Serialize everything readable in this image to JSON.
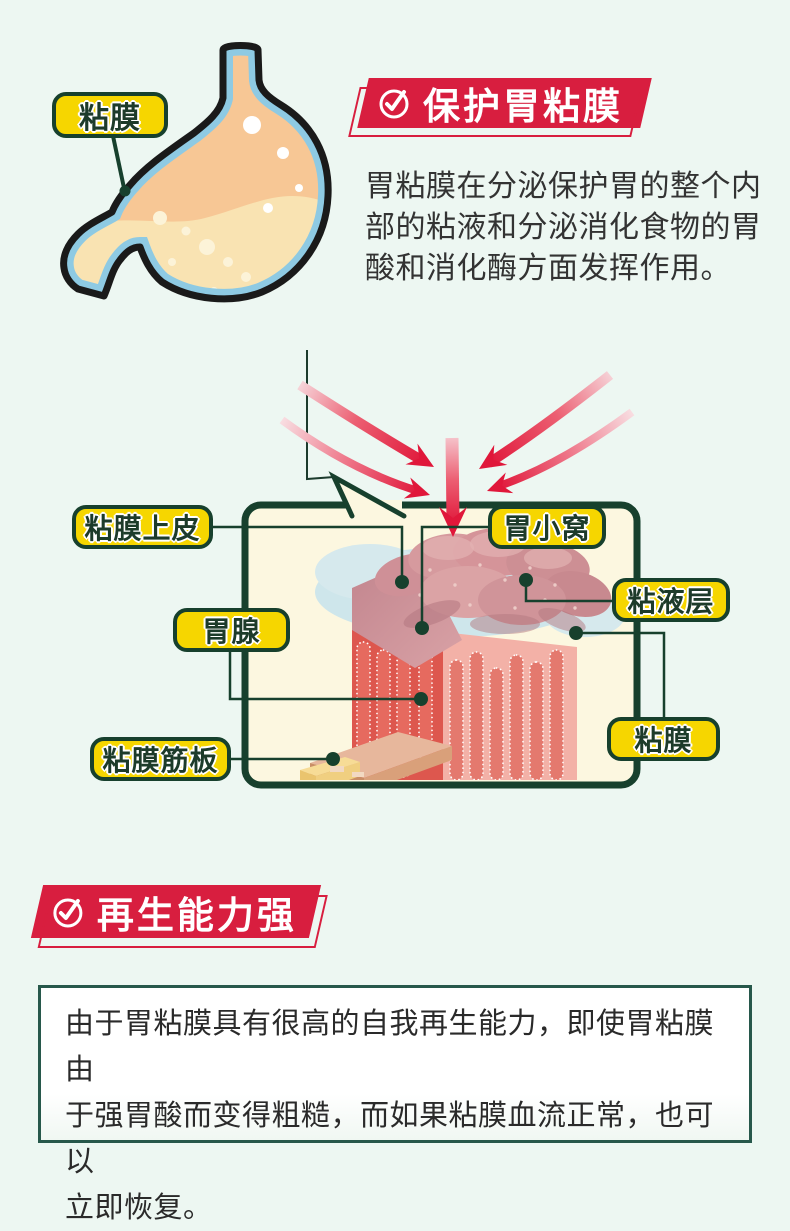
{
  "stomach": {
    "label": "粘膜"
  },
  "section_protect": {
    "title": "保护胃粘膜",
    "lines": [
      "胃粘膜在分泌保护胃的整个内",
      "部的粘液和分泌消化食物的胃",
      "酸和消化酶方面发挥作用。"
    ]
  },
  "diagram": {
    "label_epithelium": "粘膜上皮",
    "label_pit": "胃小窝",
    "label_mucus_layer": "粘液层",
    "label_gland": "胃腺",
    "label_mucosa": "粘膜",
    "label_muscularis": "粘膜筋板"
  },
  "section_regen": {
    "title": "再生能力强",
    "lines": [
      "由于胃粘膜具有很高的自我再生能力，即使胃粘膜由",
      "于强胃酸而变得粗糙，而如果粘膜血流正常，也可以",
      "立即恢复。"
    ]
  },
  "colors": {
    "background": "#edf7f2",
    "banner_red": "#d81e3f",
    "label_yellow": "#f6d600",
    "dark_green": "#17402d",
    "box_cream": "#fcf7e0",
    "arrow_red": "#e0173a",
    "arrow_pink": "#f6d3d8",
    "stomach_body": "#f7c795",
    "stomach_liquid": "#f9e3b2",
    "stomach_rim": "#8ecae3",
    "text_dark": "#333333"
  }
}
